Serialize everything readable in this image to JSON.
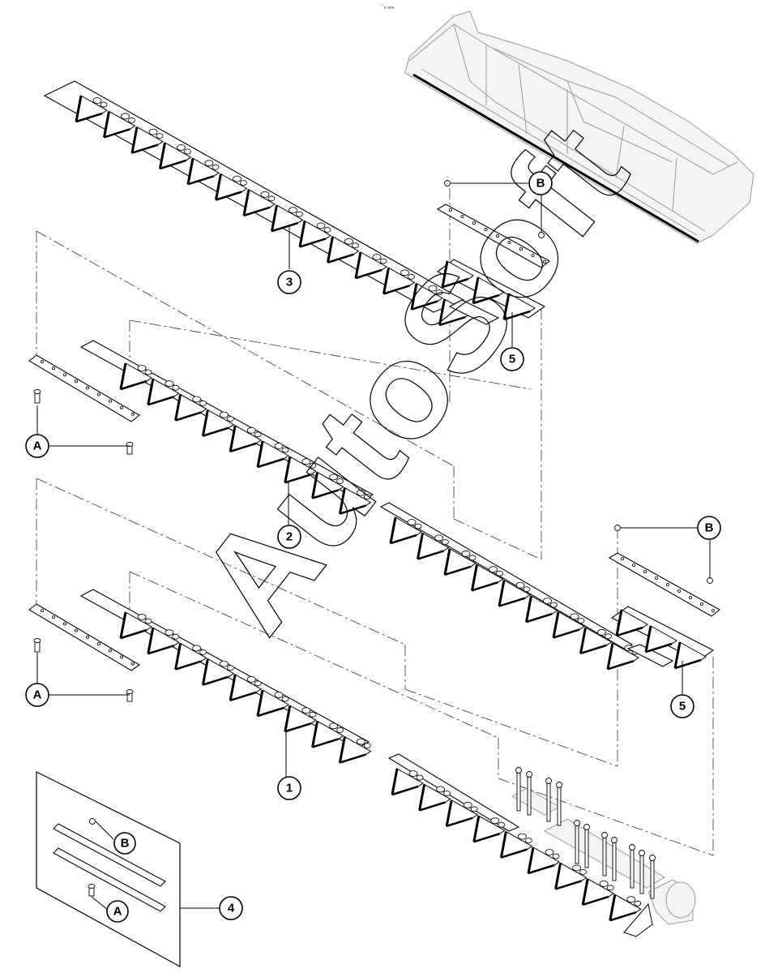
{
  "header": {
    "mark": "⁻ₒ ₒₒₒ"
  },
  "watermark": {
    "text": "AutoSoft"
  },
  "callouts": {
    "c1": "1",
    "c2": "2",
    "c3": "3",
    "c4": "4",
    "c5a": "5",
    "c5b": "5",
    "a_upper": "A",
    "a_lower": "A",
    "a_box": "A",
    "b_upper": "B",
    "b_lower": "B",
    "b_box": "B"
  },
  "colors": {
    "line": "#000000",
    "frame": "#9a9a9a",
    "background": "#ffffff"
  }
}
